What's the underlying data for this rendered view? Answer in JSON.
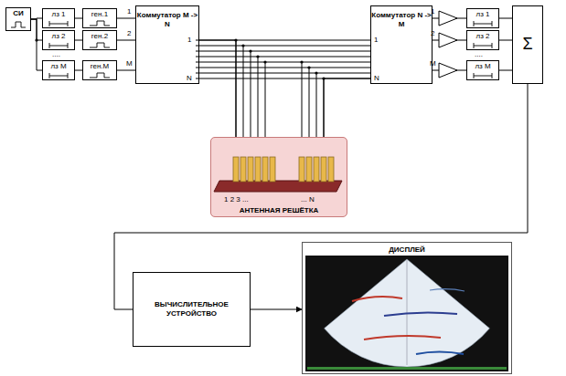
{
  "diagram": {
    "nodes": [
      {
        "text": [
          "СИ"
        ]
      },
      {
        "text": [
          "лз 1"
        ]
      },
      {
        "text": [
          "лз 2"
        ]
      },
      {
        "text": [
          "лз M"
        ]
      },
      {
        "text": [
          "ген.1"
        ]
      },
      {
        "text": [
          "ген.2"
        ]
      },
      {
        "text": [
          "ген.M"
        ]
      },
      {
        "text": [
          "Коммутатор M -> N"
        ]
      },
      {
        "text": [
          "Коммутатор N -> M"
        ]
      },
      {
        "text": [
          "лз 1"
        ]
      },
      {
        "text": [
          "лз 2"
        ]
      },
      {
        "text": [
          "лз M"
        ]
      },
      {
        "text": [
          "Σ"
        ]
      },
      {
        "text": [
          "1 2 3 ...",
          "... N",
          "АНТЕННАЯ РЕШЁТКА"
        ]
      },
      {
        "text": [
          "ВЫЧИСЛИТЕЛЬНОЕ УСТРОЙСТВО"
        ]
      },
      {
        "text": [
          "ДИСПЛЕЙ"
        ]
      }
    ],
    "edges": [
      {
        "from": 0,
        "to": 1,
        "arrow": "none"
      },
      {
        "from": 0,
        "to": 2,
        "arrow": "none"
      },
      {
        "from": 0,
        "to": 3,
        "arrow": "none"
      },
      {
        "from": 1,
        "to": 4,
        "arrow": "none"
      },
      {
        "from": 2,
        "to": 5,
        "arrow": "none"
      },
      {
        "from": 3,
        "to": 6,
        "arrow": "none"
      },
      {
        "from": 4,
        "to": 7,
        "arrow": "none"
      },
      {
        "from": 5,
        "to": 7,
        "arrow": "none"
      },
      {
        "from": 6,
        "to": 7,
        "arrow": "none"
      },
      {
        "from": 7,
        "to": 13,
        "arrow": "none"
      },
      {
        "from": 13,
        "to": 8,
        "arrow": "none"
      },
      {
        "from": 8,
        "to": 9,
        "arrow": "none"
      },
      {
        "from": 8,
        "to": 10,
        "arrow": "none"
      },
      {
        "from": 8,
        "to": 11,
        "arrow": "none"
      },
      {
        "from": 9,
        "to": 12,
        "arrow": "none"
      },
      {
        "from": 10,
        "to": 12,
        "arrow": "none"
      },
      {
        "from": 11,
        "to": 12,
        "arrow": "none"
      },
      {
        "from": 12,
        "to": 14,
        "arrow": "none"
      },
      {
        "from": 14,
        "to": 15,
        "arrow": "to"
      }
    ],
    "labels": [
      "1",
      "2",
      "M",
      "1",
      "N",
      "1",
      "N",
      "1",
      "2",
      "M",
      "....",
      "...."
    ]
  }
}
